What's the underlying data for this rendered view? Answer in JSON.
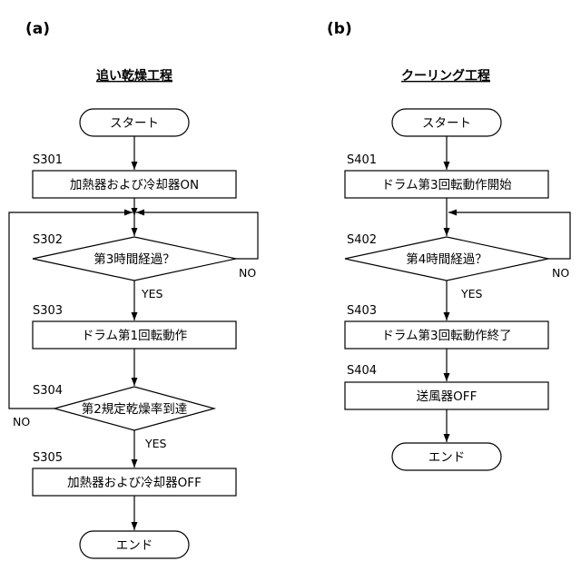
{
  "panel_a": {
    "label": "(a)",
    "title": "追い乾燥工程",
    "start": "スタート",
    "s301": {
      "id": "S301",
      "text": "加熱器および冷却器ON"
    },
    "s302": {
      "id": "S302",
      "text": "第3時間経過？",
      "yes": "YES",
      "no": "NO"
    },
    "s303": {
      "id": "S303",
      "text": "ドラム第1回転動作"
    },
    "s304": {
      "id": "S304",
      "text": "第2規定乾燥率到達",
      "yes": "YES",
      "no": "NO"
    },
    "s305": {
      "id": "S305",
      "text": "加熱器および冷却器OFF"
    },
    "end": "エンド"
  },
  "panel_b": {
    "label": "(b)",
    "title": "クーリング工程",
    "start": "スタート",
    "s401": {
      "id": "S401",
      "text": "ドラム第3回転動作開始"
    },
    "s402": {
      "id": "S402",
      "text": "第4時間経過？",
      "yes": "YES",
      "no": "NO"
    },
    "s403": {
      "id": "S403",
      "text": "ドラム第3回転動作終了"
    },
    "s404": {
      "id": "S404",
      "text": "送風器OFF"
    },
    "end": "エンド"
  }
}
